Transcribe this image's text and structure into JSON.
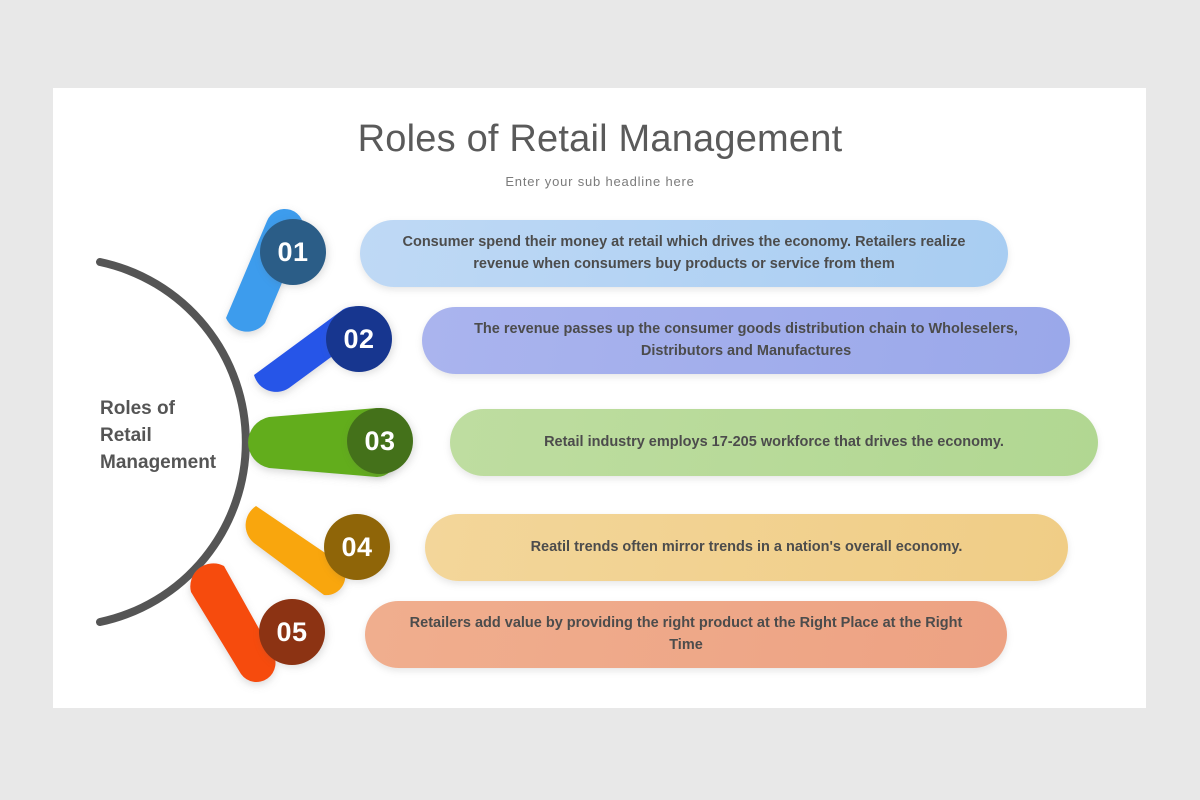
{
  "slide": {
    "title": "Roles of Retail Management",
    "subtitle": "Enter your sub headline here",
    "center_label_lines": [
      "Roles of",
      "Retail",
      "Management"
    ],
    "background_color": "#e8e8e8",
    "canvas_color": "#ffffff",
    "arc_color": "#555555",
    "title_color": "#5a5a5a",
    "card_text_color": "#4c4c4c"
  },
  "items": [
    {
      "number": "01",
      "text": "Consumer spend their money at retail which drives the economy. Retailers realize revenue when consumers buy products or service from them",
      "bar_color": "#3d9ced",
      "badge_color": "#2b5d87",
      "card_color_start": "#bfd9f5",
      "card_color_end": "#a8cdf2"
    },
    {
      "number": "02",
      "text": "The revenue passes up the consumer goods distribution chain to Wholeselers, Distributors and Manufactures",
      "bar_color": "#2554e8",
      "badge_color": "#17368f",
      "card_color_start": "#aab4ee",
      "card_color_end": "#9aa8ea"
    },
    {
      "number": "03",
      "text": "Retail industry employs 17-205 workforce that drives the economy.",
      "bar_color": "#62ad1f",
      "badge_color": "#44711a",
      "card_color_start": "#bedda0",
      "card_color_end": "#b1d792"
    },
    {
      "number": "04",
      "text": "Reatil trends often mirror trends in a nation's overall economy.",
      "bar_color": "#f9a607",
      "badge_color": "#8f6508",
      "card_color_start": "#f3d69a",
      "card_color_end": "#f0cd86"
    },
    {
      "number": "05",
      "text": "Retailers add value by providing the right product at the Right Place at the Right Time",
      "bar_color": "#f64c0a",
      "badge_color": "#8c3313",
      "card_color_start": "#f0ae8e",
      "card_color_end": "#eda283"
    }
  ]
}
